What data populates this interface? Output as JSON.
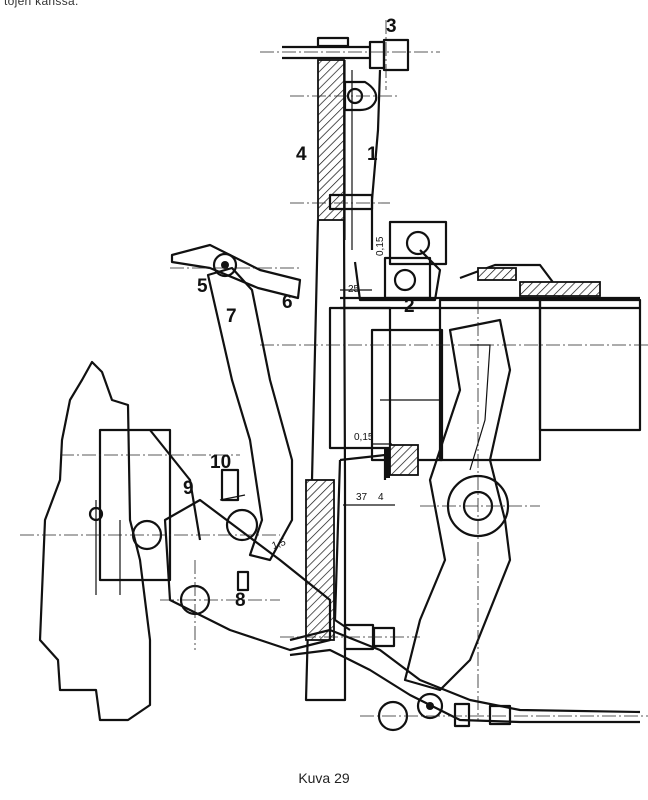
{
  "header_text": "tojen kanssa.",
  "caption": "Kuva 29",
  "callouts": [
    "1",
    "2",
    "3",
    "4",
    "5",
    "6",
    "7",
    "8",
    "9",
    "10"
  ],
  "dimensions": [
    "25",
    "0,15",
    "0,15",
    "37",
    "4",
    "1,5"
  ]
}
